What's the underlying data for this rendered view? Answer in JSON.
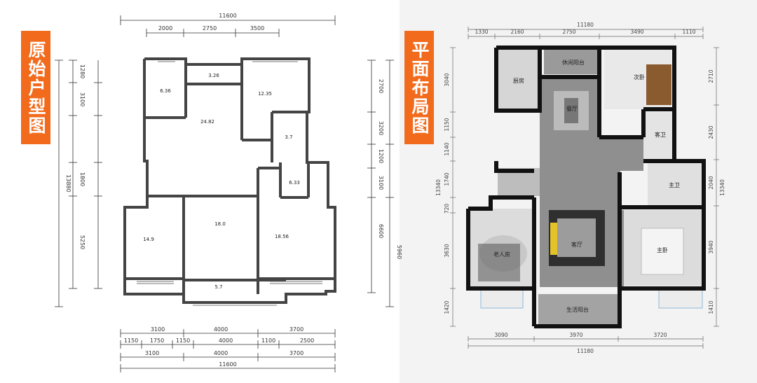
{
  "labels": {
    "original": "原始户型图",
    "plan": "平面布局图"
  },
  "original": {
    "top_total": "11600",
    "top_segments": [
      "2000",
      "2750",
      "3500"
    ],
    "bottom_row1": [
      "3100",
      "4000",
      "3700"
    ],
    "bottom_row2": [
      "1150",
      "1750",
      "1150",
      "4000",
      "1100",
      "2500"
    ],
    "bottom_row3": [
      "3100",
      "4000",
      "3700"
    ],
    "bottom_total": "11600",
    "left_segments": [
      "1280",
      "3100",
      "1800",
      "5250"
    ],
    "left_total": "13880",
    "right_segments": [
      "2700",
      "3200",
      "1200",
      "3100",
      "6600",
      "5960"
    ],
    "rooms": [
      "6.36",
      "3.26",
      "12.35",
      "24.82",
      "3.7",
      "6.33",
      "14.9",
      "18.0",
      "18.56",
      "5.7"
    ]
  },
  "plan": {
    "top_total": "11180",
    "top_segments": [
      "1330",
      "2160",
      "2750",
      "3490",
      "1110"
    ],
    "bottom_segments": [
      "3090",
      "3970",
      "3720"
    ],
    "bottom_total": "11180",
    "left_segments": [
      "3040",
      "1150",
      "1140",
      "1740",
      "720",
      "3630",
      "1420"
    ],
    "left_total": "13340",
    "right_segments": [
      "2710",
      "2430",
      "2040",
      "3940",
      "1410"
    ],
    "right_total": "13340",
    "rooms": {
      "leisure_balcony": "休闲阳台",
      "kitchen": "厨房",
      "second_bedroom": "次卧",
      "dining": "餐厅",
      "guest_bath": "客卫",
      "master_bath": "主卫",
      "elder_room": "老人房",
      "living": "客厅",
      "master_bedroom": "主卧",
      "utility_balcony": "生活阳台"
    }
  }
}
